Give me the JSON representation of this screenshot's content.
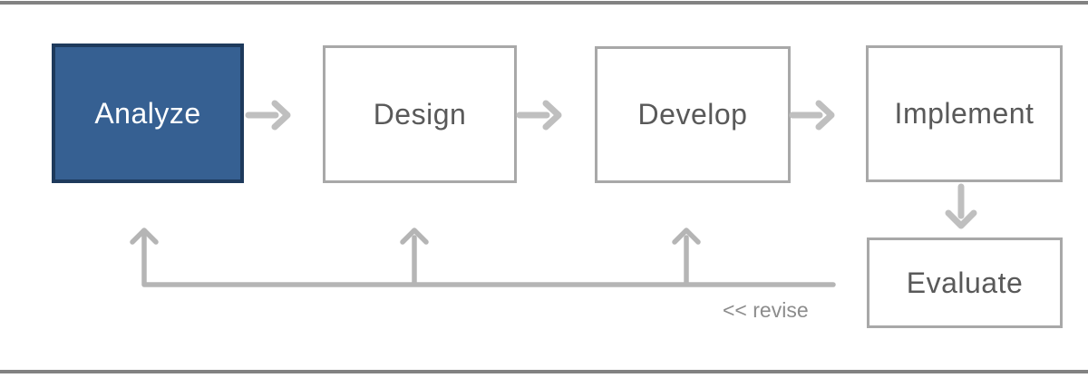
{
  "flow": {
    "stages": [
      {
        "label": "Analyze",
        "state": "active"
      },
      {
        "label": "Design",
        "state": "pending"
      },
      {
        "label": "Develop",
        "state": "pending"
      },
      {
        "label": "Implement",
        "state": "pending"
      },
      {
        "label": "Evaluate",
        "state": "pending"
      }
    ],
    "revise_label": "<< revise"
  },
  "colors": {
    "active_box_fill": "#366092",
    "active_box_border": "#1e3a5c",
    "active_box_text": "#ffffff",
    "box_border": "#a8a8a8",
    "box_text": "#595959",
    "flow_arrow": "#bfbfbf",
    "feedback_line": "#b5b5b5",
    "revise_text": "#8c8c8c",
    "frame_line": "#828282",
    "background": "#ffffff"
  }
}
